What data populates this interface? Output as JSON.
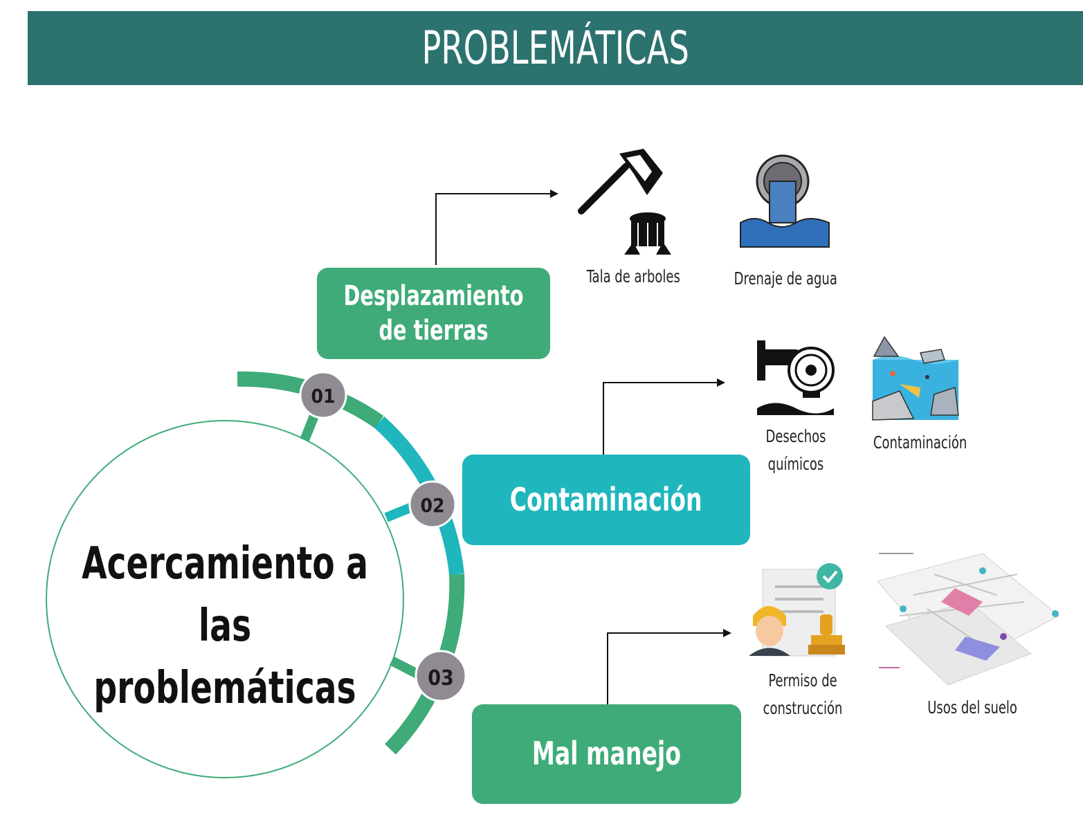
{
  "header": {
    "title": "PROBLEMÁTICAS"
  },
  "center": {
    "title": "Acercamiento a las problemáticas"
  },
  "steps": [
    {
      "number": "01",
      "label": "Desplazamiento de tierras"
    },
    {
      "number": "02",
      "label": "Contaminación"
    },
    {
      "number": "03",
      "label": "Mal manejo"
    }
  ],
  "items": {
    "tala": "Tala de arboles",
    "drenaje": "Drenaje de agua",
    "desechos": "Desechos químicos",
    "contaminacion": "Contaminación",
    "permiso": "Permiso de construcción",
    "usos": "Usos del suelo"
  },
  "colors": {
    "banner": "#2c726f",
    "green": "#3eab78",
    "teal": "#20b6bd",
    "badge": "#908a93"
  },
  "icons": [
    "axe-stump-icon",
    "drain-pipe-icon",
    "chemical-waste-icon",
    "polluted-water-icon",
    "construction-permit-icon",
    "land-use-map-icon"
  ]
}
